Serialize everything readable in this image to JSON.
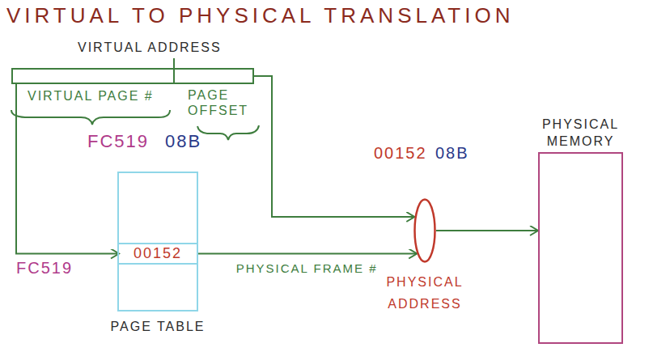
{
  "diagram": {
    "title": "VIRTUAL TO PHYSICAL TRANSLATION",
    "nodes": [
      {
        "text": [
          "VIRTUAL ADDRESS"
        ]
      },
      {
        "text": [
          "PAGE TABLE"
        ]
      },
      {
        "text": [
          "00152"
        ],
        "in": 1
      },
      {
        "text": [
          "PHYSICAL ADDRESS"
        ]
      },
      {
        "text": [
          "PHYSICAL MEMORY"
        ]
      }
    ],
    "edges": [
      {
        "from": 0,
        "to": 2,
        "arrow": "to"
      },
      {
        "from": 2,
        "to": 3,
        "label": "PHYSICAL FRAME #",
        "arrow": "to"
      },
      {
        "from": 0,
        "to": 3,
        "arrow": "to"
      },
      {
        "from": 3,
        "to": 4,
        "arrow": "to"
      }
    ],
    "labels": [
      "VIRTUAL PAGE #",
      "PAGE OFFSET",
      "FC519",
      "08B",
      "FC519",
      "00152",
      "08B"
    ]
  }
}
